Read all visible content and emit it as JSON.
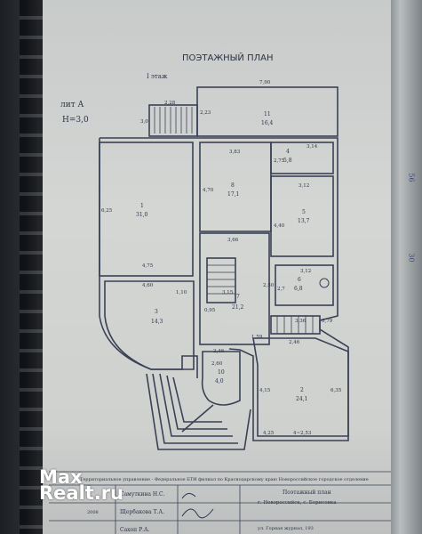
{
  "plan": {
    "title": "ПОЭТАЖНЫЙ ПЛАН",
    "floor": "I этаж",
    "lit": "лит А",
    "height": "Н=3,0",
    "dims": {
      "top_width": "7,90",
      "stair_w": "2,28",
      "stair_h": "3,0",
      "top_right_h": "2,23",
      "w_3_83": "3,83",
      "w_3_14": "3,14",
      "h_4_70": "4,70",
      "h_2_75": "2,75",
      "h_4_40": "4,40",
      "w_3_12": "3,12",
      "h_6_25": "6,25",
      "w_4_75": "4,75",
      "w_3_66": "3,66",
      "w_3_12b": "3,12",
      "w_4_60": "4,60",
      "w_1_10": "1,10",
      "h_3_15": "3,15",
      "h_2_50": "2,50",
      "w_0_95": "0,95",
      "h_2_7": "2,7",
      "w_3_36": "3,36",
      "w_0_79": "0,79",
      "w_2_46": "2,46",
      "w_2_46b": "2,46",
      "w_1_59": "1,59",
      "w_2_60": "2,60",
      "h_4_15": "4,15",
      "h_6_35": "6,35",
      "w_4_25": "4,25",
      "w_2_53": "4~2,53"
    },
    "rooms": [
      {
        "num": "11",
        "area": "16,4"
      },
      {
        "num": "4",
        "area": "5,8"
      },
      {
        "num": "8",
        "area": "17,1"
      },
      {
        "num": "5",
        "area": "13,7"
      },
      {
        "num": "1",
        "area": "31,0"
      },
      {
        "num": "6",
        "area": "6,8"
      },
      {
        "num": "7",
        "area": "21,2"
      },
      {
        "num": "3",
        "area": "14,3"
      },
      {
        "num": "10",
        "area": "4,0"
      },
      {
        "num": "2",
        "area": "24,1"
      }
    ]
  },
  "stamp": {
    "org": "Территориальное управление - Федеральное БТИ филиал по Краснодарскому краю Новороссийское городское отделение",
    "names": [
      "Самуткина Н.С.",
      "Щербакова Т.А.",
      "Сахоп Р.А."
    ],
    "year": "2008",
    "doc_title": "Поэтажный план",
    "address": "г. Новороссийск, с. Борисовка",
    "address2": "ул. Горная журнал, 193"
  },
  "watermark": {
    "line1": "Max",
    "line2": "Realt.ru"
  },
  "side_numbers": [
    "56",
    "30"
  ]
}
